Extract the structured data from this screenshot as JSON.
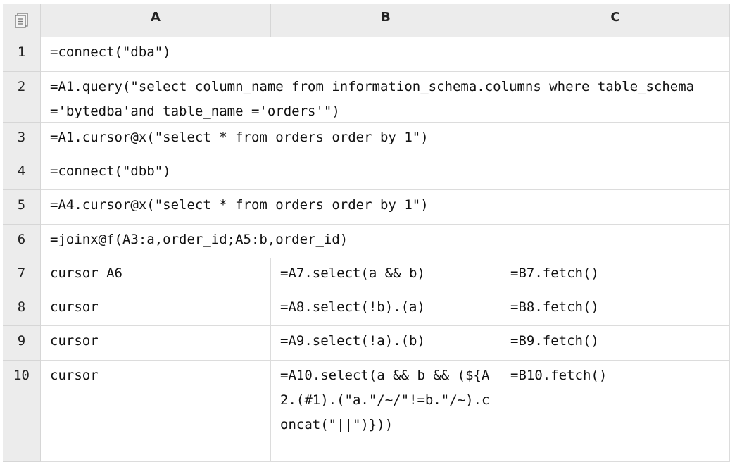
{
  "columns": [
    "A",
    "B",
    "C"
  ],
  "rows": [
    {
      "num": "1",
      "a": "=connect(\"dba\")",
      "b": "",
      "c": ""
    },
    {
      "num": "2",
      "a": "=A1.query(\"select column_name from information_schema.columns where table_schema ='bytedba'and table_name ='orders'\")",
      "b": "",
      "c": ""
    },
    {
      "num": "3",
      "a": "=A1.cursor@x(\"select * from orders order by 1\")",
      "b": "",
      "c": ""
    },
    {
      "num": "4",
      "a": "=connect(\"dbb\")",
      "b": "",
      "c": ""
    },
    {
      "num": "5",
      "a": "=A4.cursor@x(\"select * from orders order by 1\")",
      "b": "",
      "c": ""
    },
    {
      "num": "6",
      "a": "=joinx@f(A3:a,order_id;A5:b,order_id)",
      "b": "",
      "c": ""
    },
    {
      "num": "7",
      "a": "cursor A6",
      "b": "=A7.select(a && b)",
      "c": "=B7.fetch()"
    },
    {
      "num": "8",
      "a": "cursor",
      "b": "=A8.select(!b).(a)",
      "c": "=B8.fetch()"
    },
    {
      "num": "9",
      "a": "cursor",
      "b": "=A9.select(!a).(b)",
      "c": "=B9.fetch()"
    },
    {
      "num": "10",
      "a": "cursor",
      "b": "=A10.select(a && b && (${A2.(#1).(\"a.\"/~/\"!=b.\"/~).concat(\"||\")}))",
      "c": "=B10.fetch()"
    }
  ]
}
